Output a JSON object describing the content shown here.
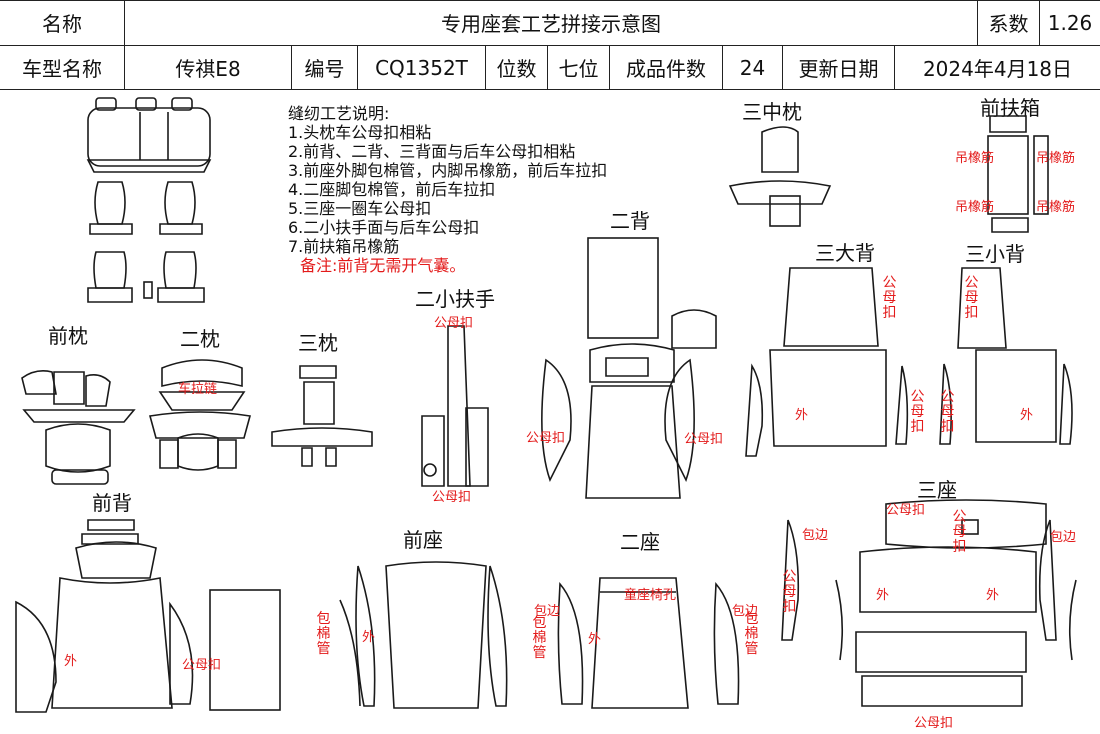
{
  "header": {
    "name_label": "名称",
    "title": "专用座套工艺拼接示意图",
    "coef_label": "系数",
    "coef_value": "1.26",
    "model_label": "车型名称",
    "model_value": "传祺E8",
    "code_label": "编号",
    "code_value": "CQ1352T",
    "seats_label": "位数",
    "seats_value": "七位",
    "pieces_label": "成品件数",
    "pieces_value": "24",
    "date_label": "更新日期",
    "date_value": "2024年4月18日"
  },
  "notes": {
    "title": "缝纫工艺说明:",
    "lines": [
      "1.头枕车公母扣相粘",
      "2.前背、二背、三背面与后车公母扣相粘",
      "3.前座外脚包棉管，内脚吊橡筋，前后车拉扣",
      "4.二座脚包棉管，前后车拉扣",
      "5.三座一圈车公母扣",
      "6.二小扶手面与后车公母扣",
      "7.前扶箱吊橡筋"
    ],
    "remark": "备注:前背无需开气囊。"
  },
  "sections": {
    "front_headrest": "前枕",
    "second_headrest": "二枕",
    "third_headrest": "三枕",
    "second_small_armrest": "二小扶手",
    "third_middle_headrest": "三中枕",
    "front_armbox": "前扶箱",
    "second_back": "二背",
    "third_big_back": "三大背",
    "third_small_back": "三小背",
    "front_back": "前背",
    "front_seat": "前座",
    "second_seat": "二座",
    "third_seat": "三座"
  },
  "marks": {
    "hook_loop": "公母扣",
    "elastic": "吊橡筋",
    "outer": "外",
    "piping": "包棉管",
    "edge_wrap": "包边",
    "pull_chain": "车拉链",
    "child_seat": "童座椅孔"
  }
}
